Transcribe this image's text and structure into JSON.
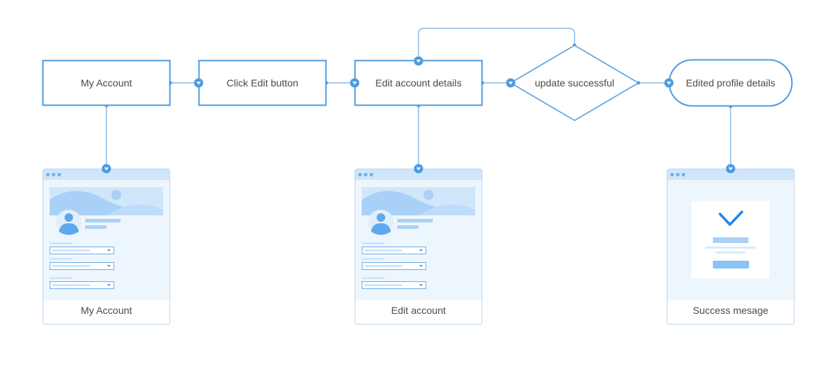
{
  "nodes": {
    "my_account": "My Account",
    "click_edit": "Click Edit button",
    "edit_details": "Edit account details",
    "decision": "update successful",
    "edited_profile": "Edited profile details"
  },
  "screens": {
    "my_account": "My Account",
    "edit_account": "Edit account",
    "success": "Success mesage"
  },
  "colors": {
    "stroke": "#4d9be0",
    "card_header": "#cfe6fb",
    "card_body": "#eef6fd",
    "illustration_light": "#cfe6fb",
    "illustration_mid": "#a9d0f7",
    "check": "#1f88e5",
    "text": "#4a4a4a"
  },
  "icons": [
    "window-dots-icon",
    "avatar-icon",
    "dropdown-caret-icon",
    "checkmark-icon",
    "arrow-down-connector-icon"
  ]
}
